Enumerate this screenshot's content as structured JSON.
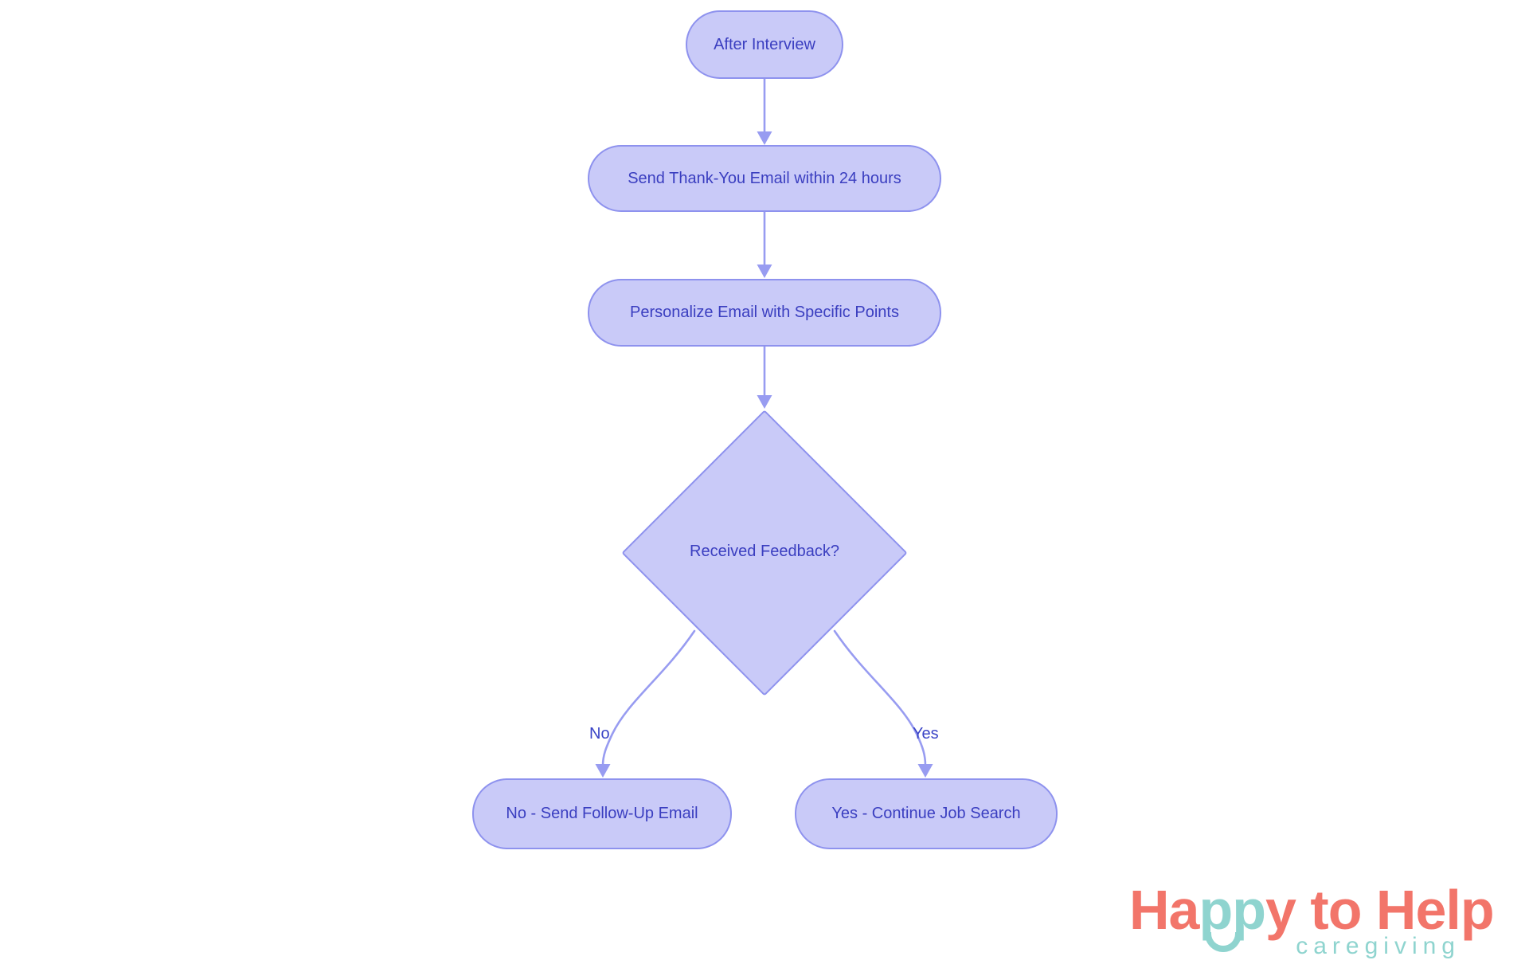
{
  "flowchart": {
    "nodes": [
      {
        "id": "start",
        "shape": "stadium",
        "label": "After Interview"
      },
      {
        "id": "send_email",
        "shape": "rounded",
        "label": "Send Thank-You Email within 24 hours"
      },
      {
        "id": "personalize",
        "shape": "rounded",
        "label": "Personalize Email with Specific Points"
      },
      {
        "id": "decision",
        "shape": "diamond",
        "label": "Received Feedback?"
      },
      {
        "id": "followup",
        "shape": "rounded",
        "label": "No - Send Follow-Up Email"
      },
      {
        "id": "continue",
        "shape": "rounded",
        "label": "Yes - Continue Job Search"
      }
    ],
    "edges": [
      {
        "from": "start",
        "to": "send_email",
        "label": ""
      },
      {
        "from": "send_email",
        "to": "personalize",
        "label": ""
      },
      {
        "from": "personalize",
        "to": "decision",
        "label": ""
      },
      {
        "from": "decision",
        "to": "followup",
        "label": "No"
      },
      {
        "from": "decision",
        "to": "continue",
        "label": "Yes"
      }
    ]
  },
  "logo": {
    "title_segments": {
      "ha": "Ha",
      "pp": "pp",
      "y": "y",
      "to": " to ",
      "help": "Help"
    },
    "subtitle": "caregiving"
  },
  "colors": {
    "node_fill": "#c9caf8",
    "node_border": "#8e92ee",
    "node_text": "#3a3ec0",
    "edge_stroke": "#989cf1",
    "edge_label_text": "#3a44c6",
    "logo_coral": "#f2756a",
    "logo_teal": "#8fd4cf",
    "background": "#ffffff"
  }
}
